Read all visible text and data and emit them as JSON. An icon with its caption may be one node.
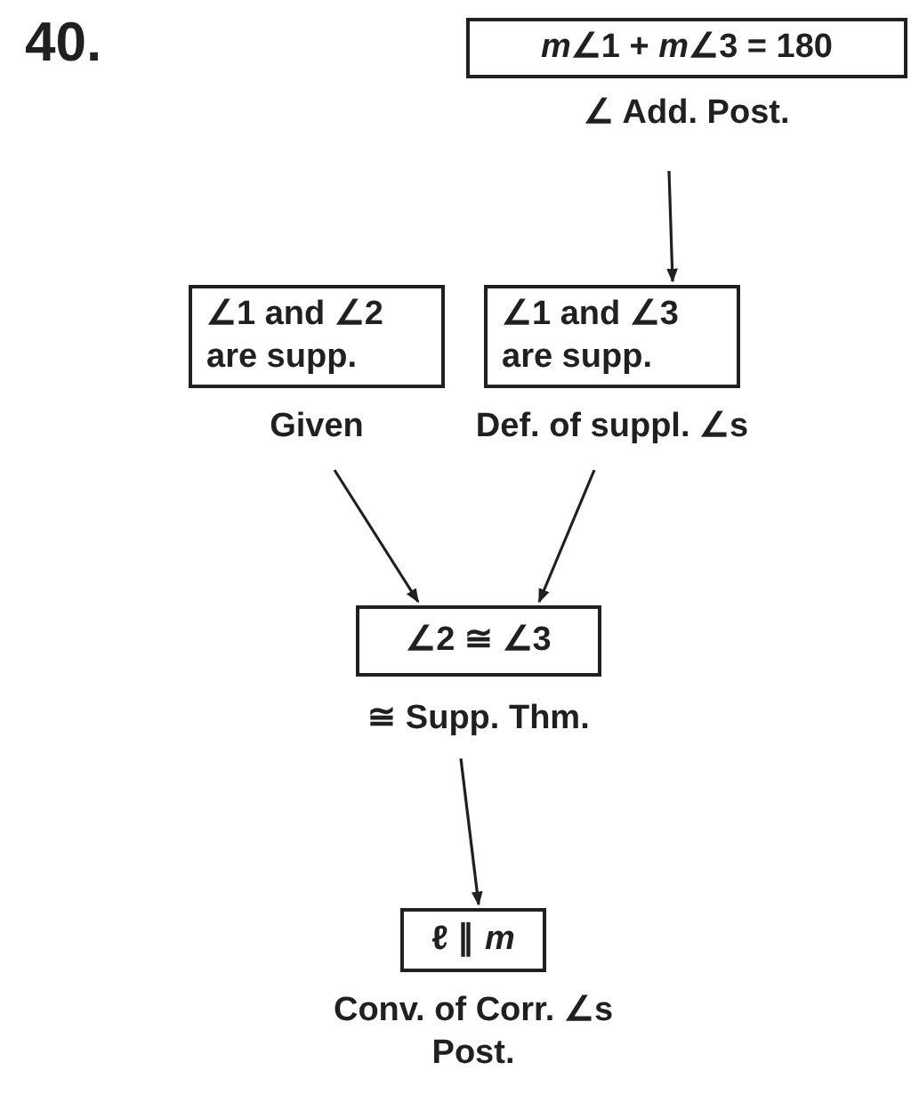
{
  "diagram": {
    "title": "40.",
    "nodes": [
      {
        "text": [
          "*m*∠1 + *m*∠3 = 180"
        ],
        "beside": [
          "∠ Add. Post."
        ]
      },
      {
        "text": [
          "∠1 and ∠2 are supp."
        ],
        "beside": [
          "Given"
        ]
      },
      {
        "text": [
          "∠1 and ∠3 are supp."
        ],
        "beside": [
          "Def. of suppl. ∠s"
        ]
      },
      {
        "text": [
          "∠2 ≅ ∠3"
        ],
        "beside": [
          "≅ Supp. Thm."
        ]
      },
      {
        "text": [
          "ℓ ∥ *m*"
        ],
        "beside": [
          "Conv. of Corr. ∠s Post."
        ]
      }
    ],
    "edges": [
      {
        "from": 0,
        "to": 2,
        "arrow": "to"
      },
      {
        "from": 1,
        "to": 3,
        "arrow": "to"
      },
      {
        "from": 2,
        "to": 3,
        "arrow": "to"
      },
      {
        "from": 3,
        "to": 4,
        "arrow": "to"
      }
    ]
  }
}
